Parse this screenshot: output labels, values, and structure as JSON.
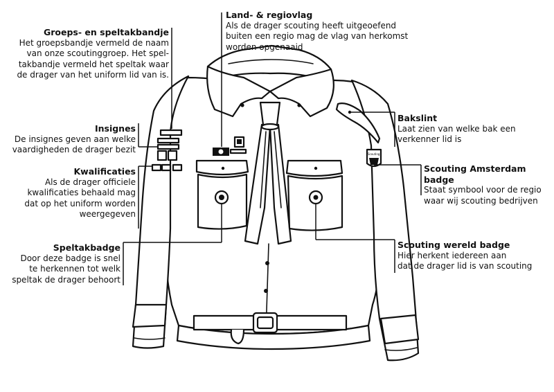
{
  "annotations": {
    "groeps": {
      "title": "Groeps- en speltakbandje",
      "text": "Het groepsbandje vermeld de naam\nvan onze scoutinggroep. Het spel-\ntakbandje vermeld het speltak waar\nde drager van het uniform lid van is."
    },
    "land": {
      "title": "Land- & regiovlag",
      "text": "Als de drager scouting heeft uitgeoefend\nbuiten een regio mag de vlag van herkomst\nworden opgenaaid"
    },
    "insignes": {
      "title": "Insignes",
      "text": "De insignes geven aan welke\nvaardigheden de drager bezit"
    },
    "kwalificaties": {
      "title": "Kwalificaties",
      "text": "Als de drager officiele\nkwalificaties behaald mag\ndat op het uniform worden\nweergegeven"
    },
    "speltakbadge": {
      "title": "Speltakbadge",
      "text": "Door deze badge is snel\nte herkennen tot welk\nspeltak de drager behoort"
    },
    "bakslint": {
      "title": "Bakslint",
      "text": "Laat zien van welke bak een\nverkenner lid is"
    },
    "amsterdam": {
      "title": "Scouting Amsterdam badge",
      "text": "Staat symbool voor de regio\nwaar wij scouting bedrijven"
    },
    "wereld": {
      "title": "Scouting wereld badge",
      "text": "Hier herkent iedereen aan\ndat de drager lid is van scouting"
    }
  },
  "badge_text": {
    "amsterdam_small": "Scouting"
  }
}
